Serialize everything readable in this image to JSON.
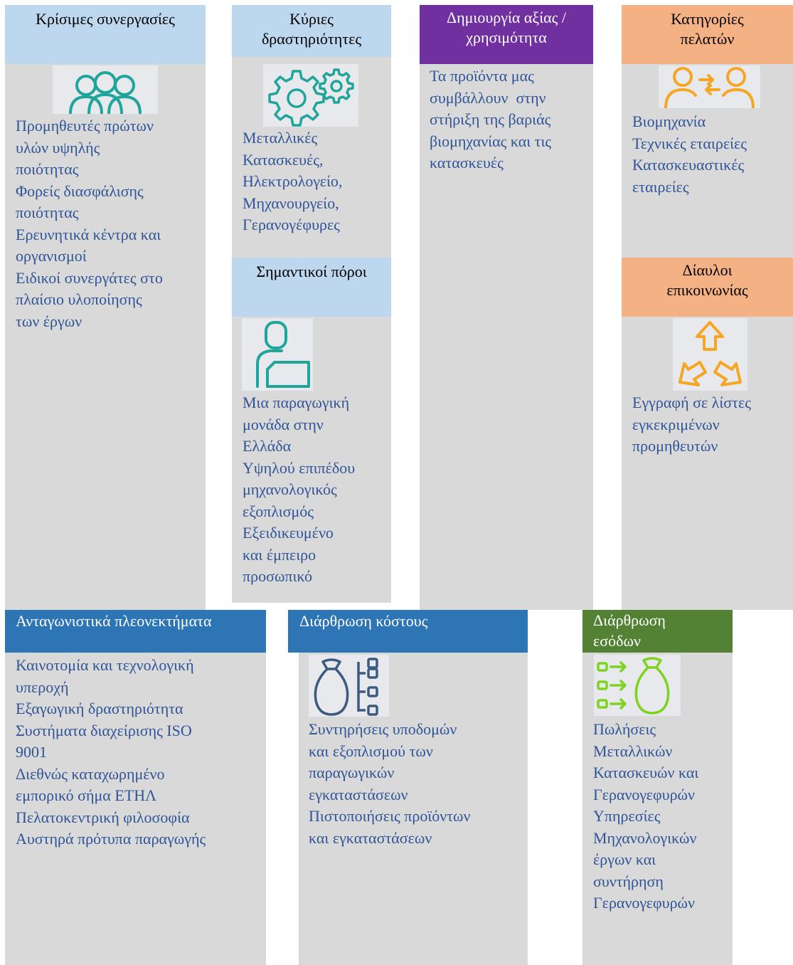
{
  "colors": {
    "panel": "#d9d9d9",
    "header_light_blue": "#bdd7ee",
    "header_purple": "#7030a0",
    "header_orange": "#f4b183",
    "header_blue": "#2e75b6",
    "header_green": "#548235",
    "body_text": "#2f5597",
    "icon_teal": "#1fa59a",
    "icon_orange": "#f5a623",
    "icon_slate": "#3d5a80",
    "icon_green": "#7ed321"
  },
  "partnerships": {
    "title": "Κρίσιμες συνεργασίες",
    "icon": "people-group-icon",
    "lines": [
      "Προμηθευτές πρώτων",
      "υλών υψηλής",
      "ποιότητας",
      "Φορείς διασφάλισης",
      "ποιότητας",
      "Ερευνητικά κέντρα και",
      "οργανισμοί",
      "Ειδικοί συνεργάτες στο",
      "πλαίσιο υλοποίησης",
      "των έργων"
    ]
  },
  "activities": {
    "title_line1": "Κύριες",
    "title_line2": "δραστηριότητες",
    "icon": "gears-icon",
    "lines": [
      "Μεταλλικές",
      "Κατασκευές,",
      "Ηλεκτρολογείο,",
      "Μηχανουργείο,",
      "Γερανογέφυρες"
    ]
  },
  "resources": {
    "title": "Σημαντικοί πόροι",
    "icon": "person-laptop-icon",
    "lines": [
      "Μια παραγωγική",
      "μονάδα στην",
      "Ελλάδα",
      "Υψηλού επιπέδου",
      "μηχανολογικός",
      "εξοπλισμός",
      "Εξειδικευμένο",
      "και έμπειρο",
      "προσωπικό"
    ]
  },
  "value": {
    "title_line1": "Δημιουργία αξίας /",
    "title_line2": "χρησιμότητα",
    "lines": [
      "Τα προϊόντα μας",
      "συμβάλλουν  στην",
      "στήριξη της βαριάς",
      "βιομηχανίας και τις",
      "κατασκευές"
    ]
  },
  "customers": {
    "title_line1": "Κατηγορίες",
    "title_line2": "πελατών",
    "icon": "people-exchange-icon",
    "lines": [
      "Βιομηχανία",
      "Τεχνικές εταιρείες",
      "Κατασκευαστικές",
      "εταιρείες"
    ]
  },
  "channels": {
    "title_line1": "Δίαυλοι",
    "title_line2": "επικοινωνίας",
    "icon": "arrows-outward-icon",
    "lines": [
      "Εγγραφή σε λίστες",
      "εγκεκριμένων",
      "προμηθευτών"
    ]
  },
  "advantages": {
    "title": "Ανταγωνιστικά πλεονεκτήματα",
    "lines": [
      "Καινοτομία και τεχνολογική",
      "υπεροχή",
      "Εξαγωγική δραστηριότητα",
      "Συστήματα διαχείρισης ISO",
      "9001",
      "Διεθνώς καταχωρημένο",
      "εμπορικό σήμα ΕΤΗΛ",
      "Πελατοκεντρική φιλοσοφία",
      "Αυστηρά πρότυπα παραγωγής"
    ]
  },
  "costs": {
    "title": "Διάρθρωση κόστους",
    "icon": "money-bag-list-icon",
    "lines": [
      "Συντηρήσεις υποδομών",
      "και εξοπλισμού των",
      "παραγωγικών",
      "εγκαταστάσεων",
      "Πιστοποιήσεις προϊόντων",
      "και εγκαταστάσεων"
    ]
  },
  "revenue": {
    "title_line1": "Διάρθρωση",
    "title_line2": "εσόδων",
    "icon": "list-to-money-bag-icon",
    "lines": [
      "Πωλήσεις",
      "Μεταλλικών",
      "Κατασκευών και",
      "Γερανογεφυρών",
      "Υπηρεσίες",
      "Μηχανολογικών",
      "έργων και",
      "συντήρηση",
      "Γερανογεφυρών"
    ]
  }
}
